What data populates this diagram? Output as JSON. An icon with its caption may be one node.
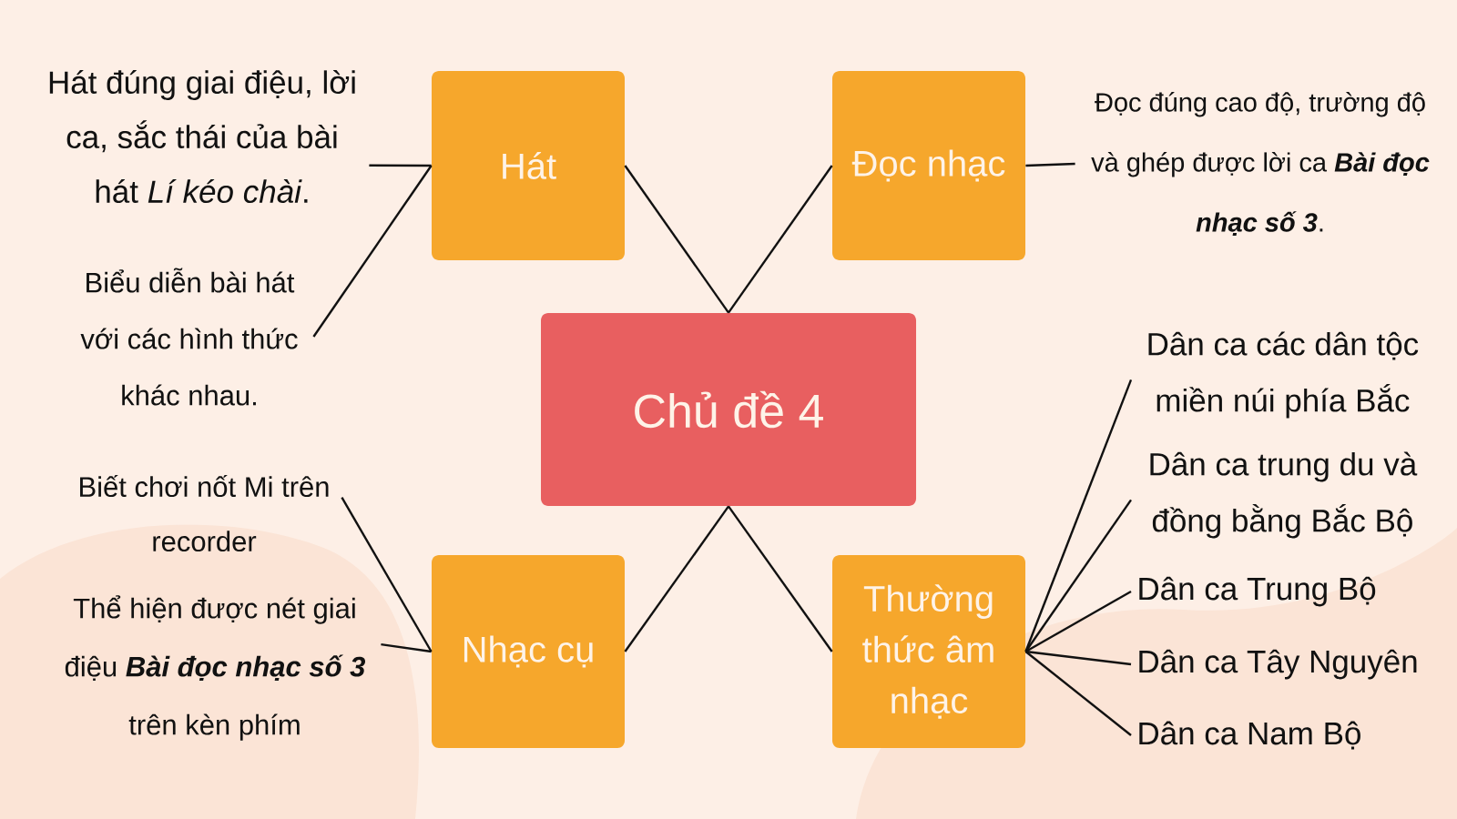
{
  "diagram": {
    "nodes": [
      {
        "text": [
          "Chủ đề 4"
        ]
      },
      {
        "text": [
          "Hát"
        ]
      },
      {
        "text": [
          "Đọc nhạc"
        ]
      },
      {
        "text": [
          "Nhạc cụ"
        ]
      },
      {
        "text": [
          "Thường thức âm nhạc"
        ]
      },
      {
        "text": [
          "Hát đúng giai điệu, lời ca, sắc thái của bài hát *Lí kéo chài*."
        ]
      },
      {
        "text": [
          "Biểu diễn bài hát với các hình thức khác nhau."
        ]
      },
      {
        "text": [
          "Đọc đúng cao độ, trường độ và ghép được lời ca **Bài đọc nhạc số 3**."
        ]
      },
      {
        "text": [
          "Biết chơi nốt Mi trên recorder"
        ]
      },
      {
        "text": [
          "Thể hiện được nét giai điệu **Bài đọc nhạc số 3** trên kèn phím"
        ]
      },
      {
        "text": [
          "Dân ca các dân tộc miền núi phía Bắc"
        ]
      },
      {
        "text": [
          "Dân ca trung du và đồng bằng Bắc Bộ"
        ]
      },
      {
        "text": [
          "Dân ca Trung Bộ"
        ]
      },
      {
        "text": [
          "Dân ca Tây Nguyên"
        ]
      },
      {
        "text": [
          "Dân ca Nam Bộ"
        ]
      }
    ],
    "edges": [
      {
        "from": 0,
        "to": 1,
        "arrow": "none"
      },
      {
        "from": 0,
        "to": 2,
        "arrow": "none"
      },
      {
        "from": 0,
        "to": 3,
        "arrow": "none"
      },
      {
        "from": 0,
        "to": 4,
        "arrow": "none"
      },
      {
        "from": 1,
        "to": 5,
        "arrow": "none"
      },
      {
        "from": 1,
        "to": 6,
        "arrow": "none"
      },
      {
        "from": 2,
        "to": 7,
        "arrow": "none"
      },
      {
        "from": 3,
        "to": 8,
        "arrow": "none"
      },
      {
        "from": 3,
        "to": 9,
        "arrow": "none"
      },
      {
        "from": 4,
        "to": 10,
        "arrow": "none"
      },
      {
        "from": 4,
        "to": 11,
        "arrow": "none"
      },
      {
        "from": 4,
        "to": 12,
        "arrow": "none"
      },
      {
        "from": 4,
        "to": 13,
        "arrow": "none"
      },
      {
        "from": 4,
        "to": 14,
        "arrow": "none"
      }
    ]
  }
}
